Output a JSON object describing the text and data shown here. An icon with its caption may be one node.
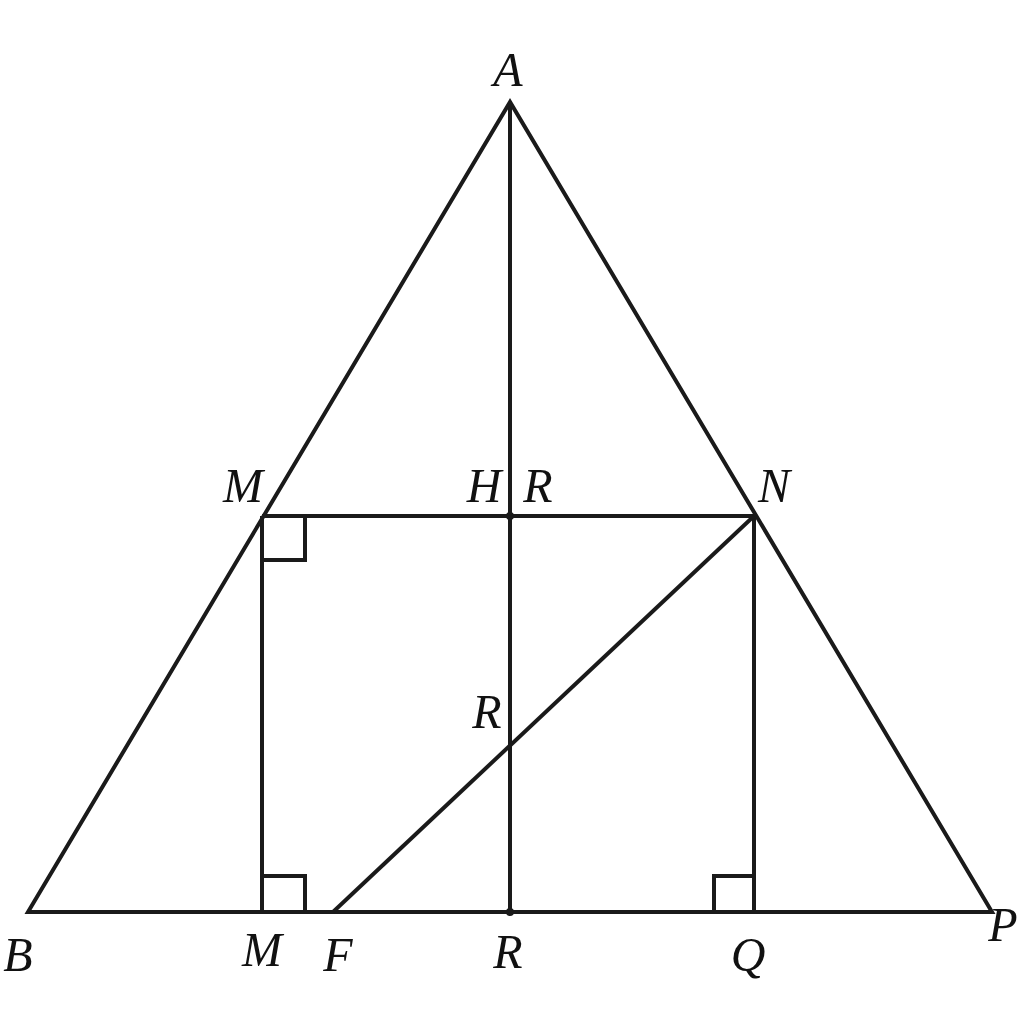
{
  "diagram": {
    "labels": [
      "A",
      "M",
      "H",
      "R",
      "N",
      "R",
      "B",
      "M",
      "F",
      "R",
      "Q",
      "P"
    ]
  }
}
